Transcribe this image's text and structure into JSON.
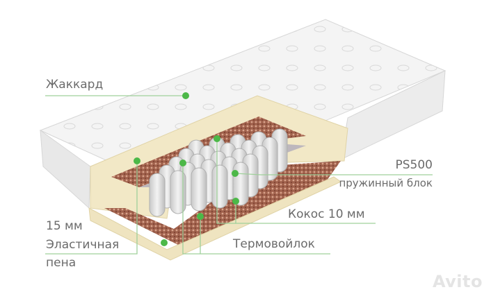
{
  "labels": {
    "cover": "Жаккард",
    "spring_block_model": "PS500",
    "spring_block_type": "пружинный блок",
    "coconut": "Кокос 10 мм",
    "felt": "Термовойлок",
    "foam_thickness": "15 мм",
    "foam_line1": "Эластичная",
    "foam_line2": "пена"
  },
  "watermark": "Avito",
  "colors": {
    "accent": "#4cb848",
    "line": "#9fd09a",
    "text": "#6b6b6b",
    "foam": "#f2e8c6",
    "coir": "#9a5a45"
  }
}
